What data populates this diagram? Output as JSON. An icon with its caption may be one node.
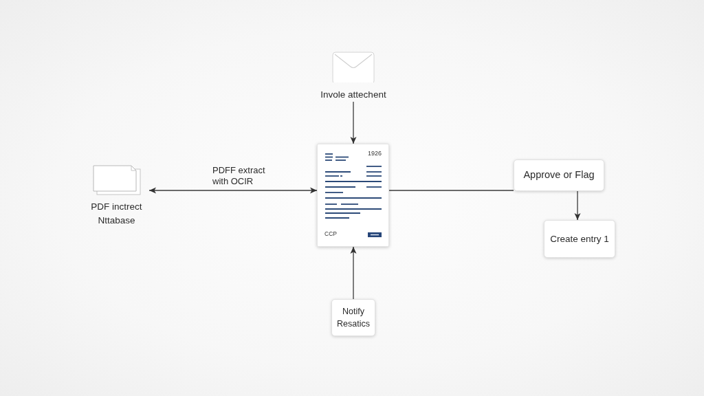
{
  "diagram": {
    "nodes": [
      {
        "text": [
          "Invole attechent"
        ]
      },
      {
        "text": [
          "PDF inctrect Nttabase"
        ]
      },
      {
        "text": [
          "1926",
          "CCP"
        ]
      },
      {
        "text": [
          "Approve or Flag"
        ]
      },
      {
        "text": [
          "Create entry 1"
        ]
      },
      {
        "text": [
          "Notify Resatics"
        ]
      }
    ],
    "edges": [
      {
        "from": 0,
        "to": 2,
        "arrow": "to"
      },
      {
        "from": 2,
        "to": 1,
        "arrow": "both",
        "label": "PDFF extract with OCIR"
      },
      {
        "from": 2,
        "to": 3,
        "arrow": "none"
      },
      {
        "from": 3,
        "to": 4,
        "arrow": "to"
      },
      {
        "from": 5,
        "to": 2,
        "arrow": "to"
      }
    ]
  }
}
